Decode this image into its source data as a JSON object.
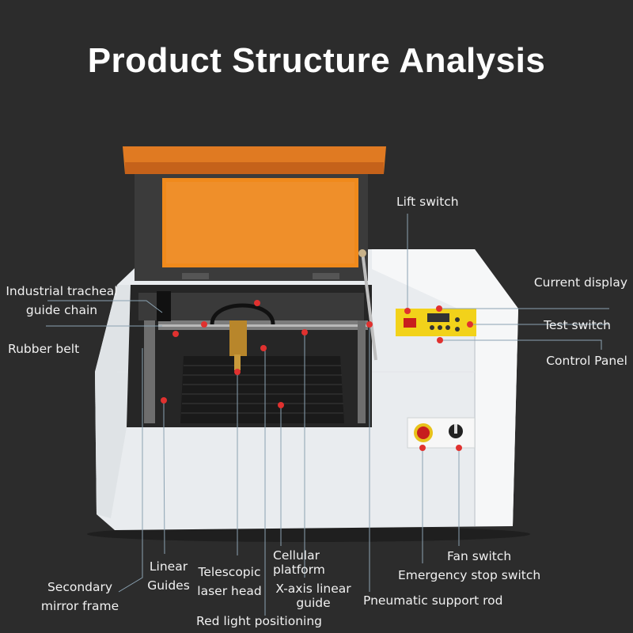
{
  "title": "Product Structure Analysis",
  "labels": {
    "lift_switch": "Lift switch",
    "industrial_chain_line1": "Industrial tracheal",
    "industrial_chain_line2": "guide chain",
    "current_display": "Current display",
    "test_switch": "Test switch",
    "rubber_belt": "Rubber belt",
    "control_panel": "Control Panel",
    "cellular_platform_line1": "Cellular",
    "cellular_platform_line2": "platform",
    "fan_switch": "Fan switch",
    "linear_guides_line1": "Linear",
    "linear_guides_line2": "Guides",
    "telescopic_head_line1": "Telescopic",
    "telescopic_head_line2": "laser head",
    "emergency_stop_switch": "Emergency stop switch",
    "secondary_mirror_line1": "Secondary",
    "secondary_mirror_line2": "mirror frame",
    "x_axis_guide_line1": "X-axis linear",
    "x_axis_guide_line2": "guide",
    "pneumatic_rod": "Pneumatic support rod",
    "red_light": "Red light positioning"
  },
  "colors": {
    "background": "#2c2c2c",
    "machine_body": "#eceff2",
    "lid_acrylic": "#f08a1c",
    "control_panel": "#f2d21a",
    "marker": "#e0312f",
    "leader_line": "#8ba2b2"
  }
}
